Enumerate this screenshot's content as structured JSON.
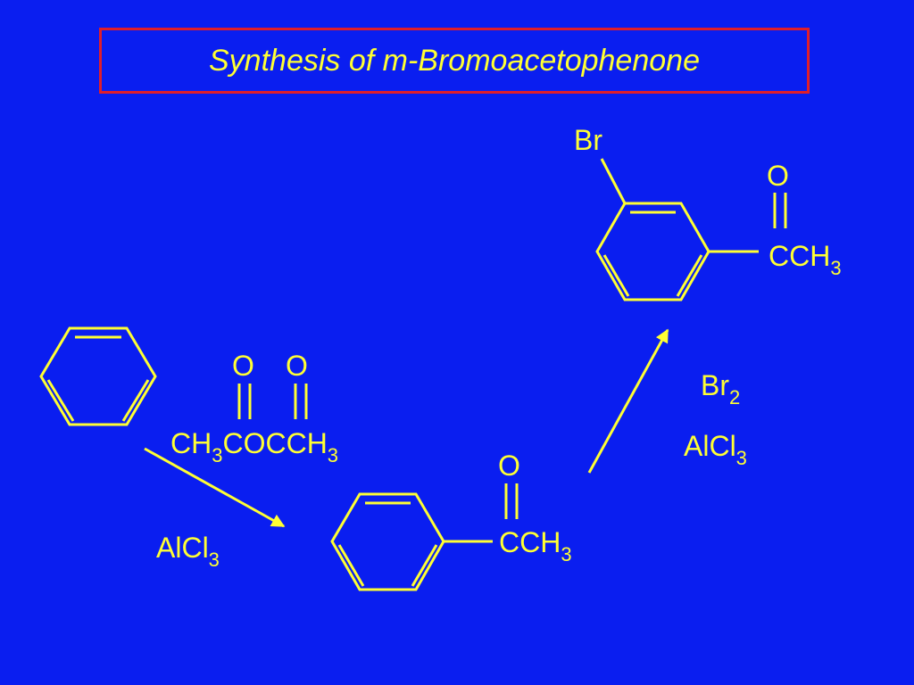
{
  "title": "Synthesis of m-Bromoacetophenone",
  "colors": {
    "background": "#0a1ef0",
    "foreground": "#ffff33",
    "title_border": "#e01e2a"
  },
  "reactant_reagent": {
    "o_left": "O",
    "o_right": "O",
    "formula": {
      "ch3a": "CH",
      "sub3a": "3",
      "mid": "COCCH",
      "sub3b": "3"
    }
  },
  "catalyst_step1": {
    "main": "AlCl",
    "sub": "3"
  },
  "intermediate": {
    "oxygen": "O",
    "group": {
      "main": "CCH",
      "sub": "3"
    }
  },
  "step2_reagents": {
    "br2": {
      "main": "Br",
      "sub": "2"
    },
    "alcl3": {
      "main": "AlCl",
      "sub": "3"
    }
  },
  "product": {
    "bromine": "Br",
    "oxygen": "O",
    "group": {
      "main": "CCH",
      "sub": "3"
    }
  }
}
